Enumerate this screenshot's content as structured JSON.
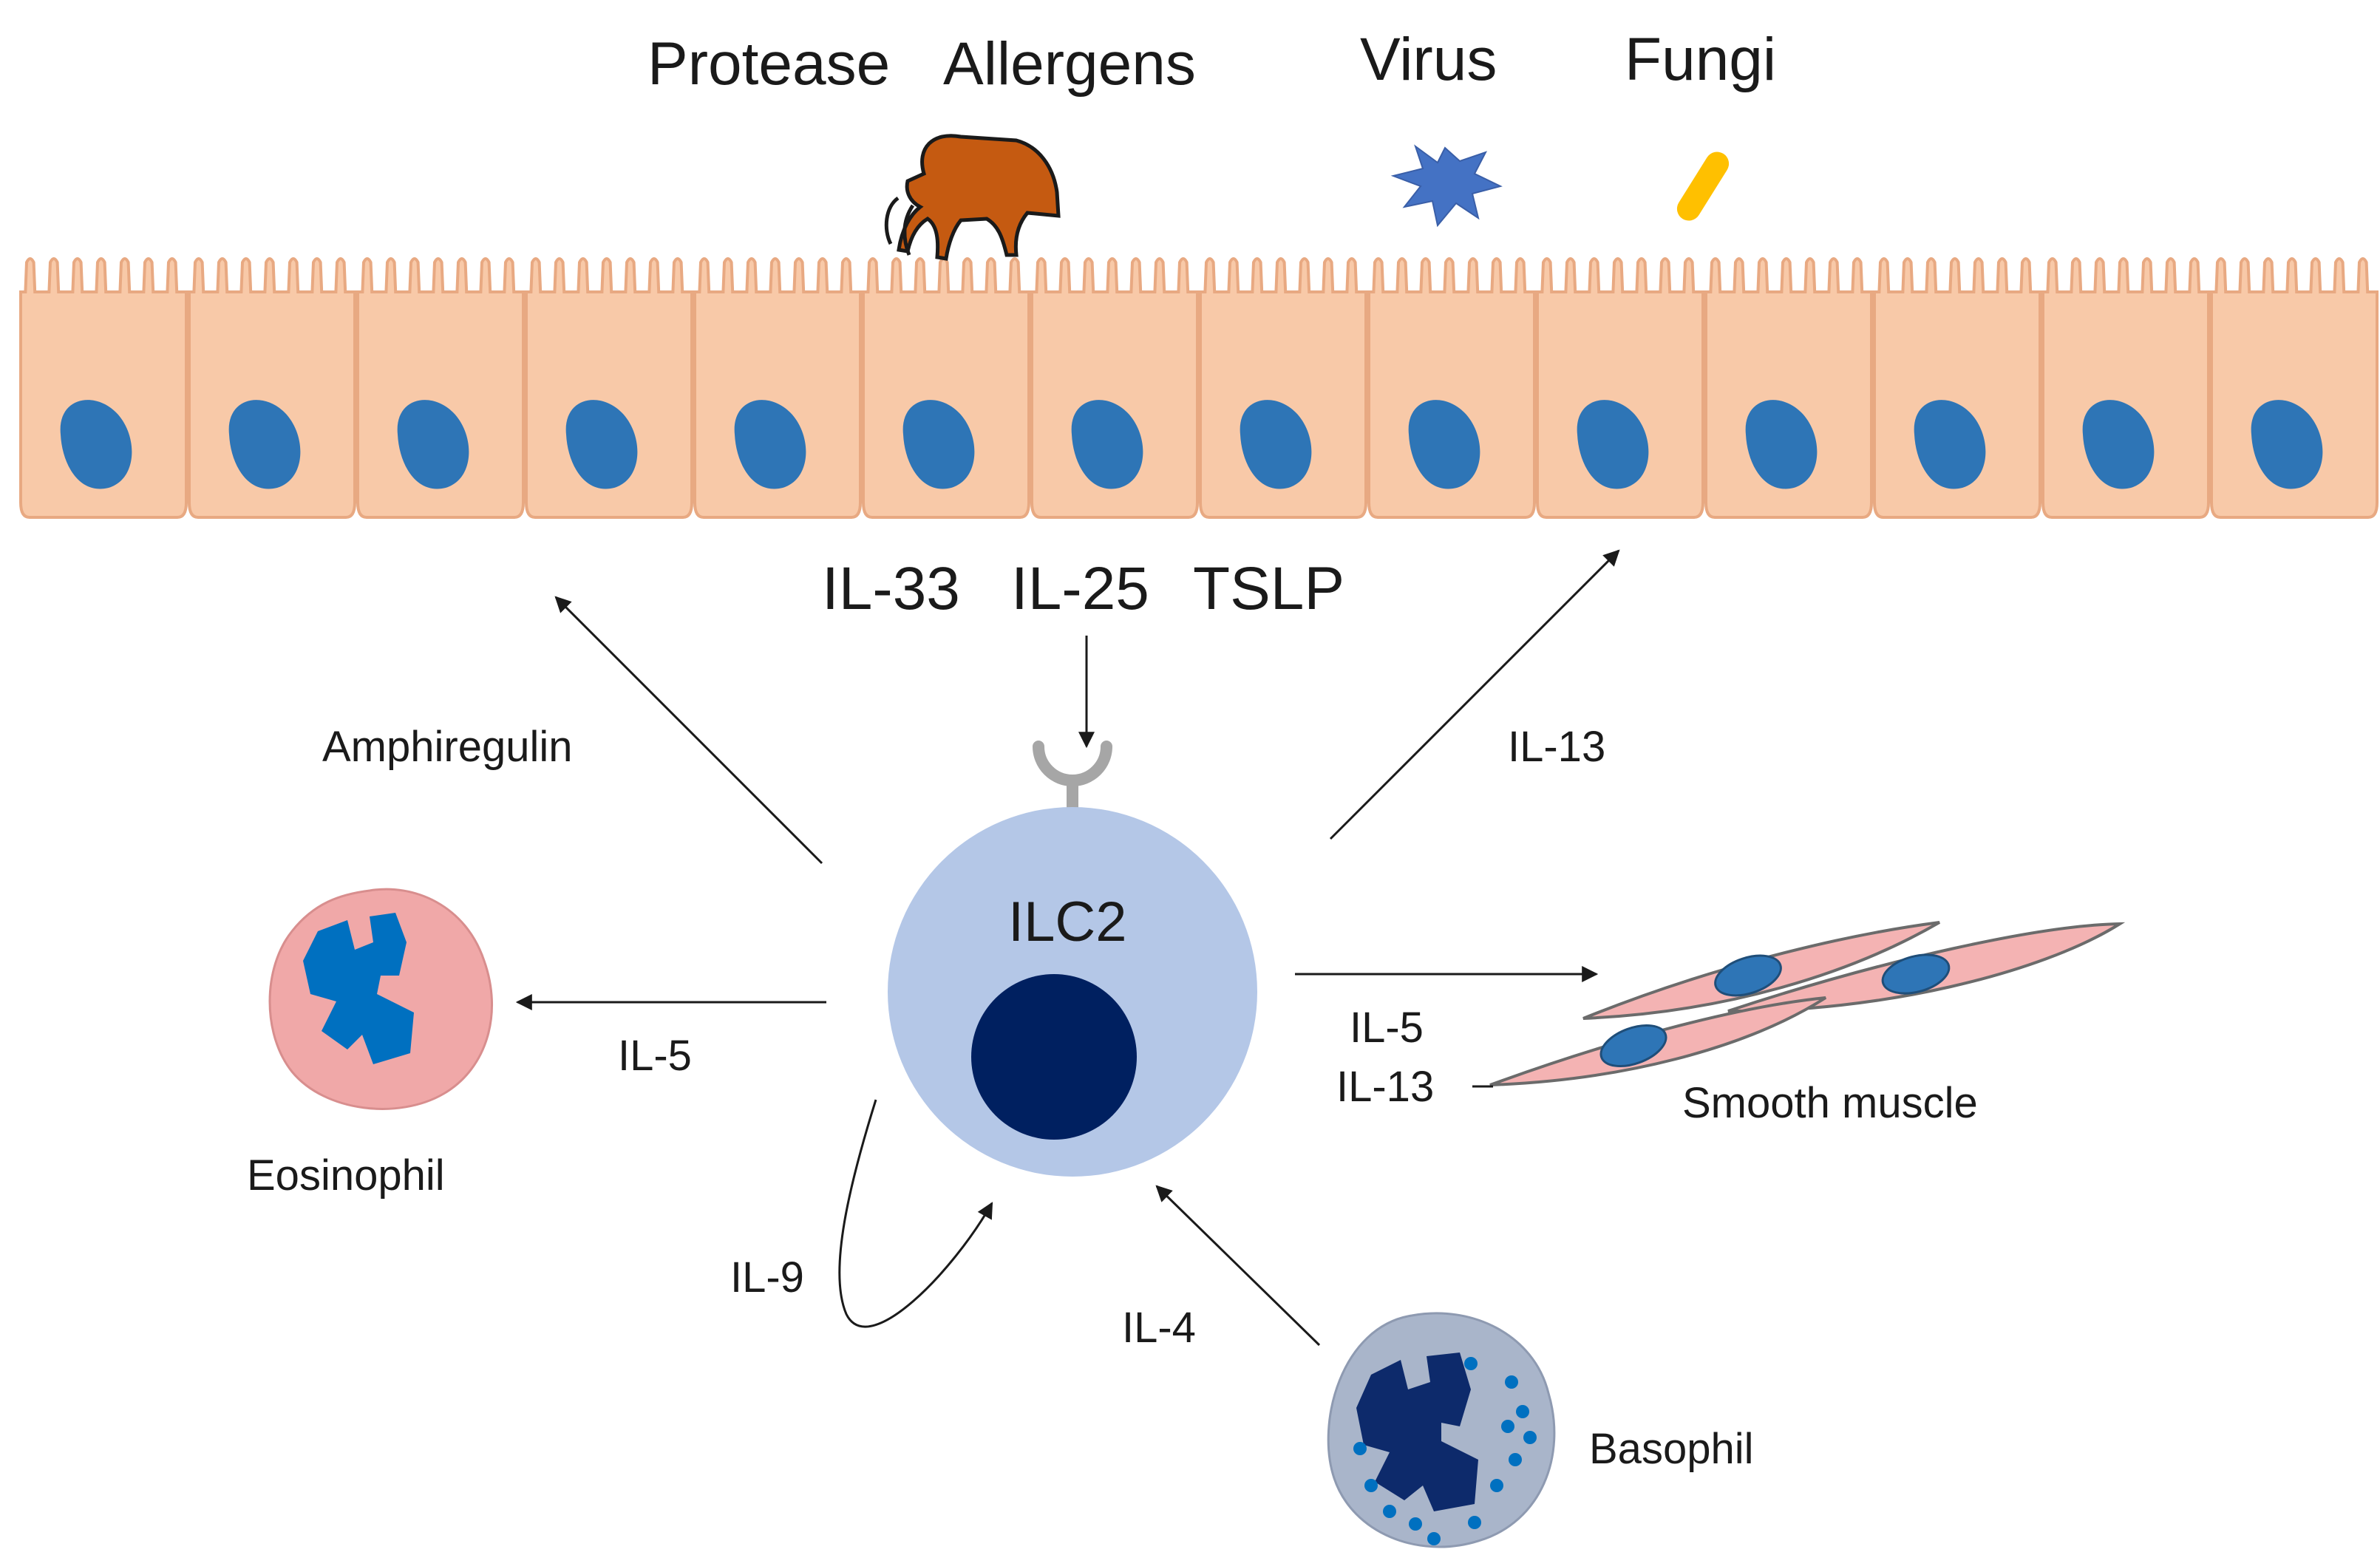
{
  "pathogens": {
    "protease": "Protease",
    "allergens": "Allergens",
    "virus": "Virus",
    "fungi": "Fungi"
  },
  "cytokines_top": {
    "il33": "IL-33",
    "il25": "IL-25",
    "tslp": "TSLP"
  },
  "ilc2": {
    "label": "ILC2"
  },
  "arrows": {
    "amphiregulin": "Amphiregulin",
    "il13_up": "IL-13",
    "il5_eos": "IL-5",
    "il5_muscle": "IL-5",
    "il13_muscle": "IL-13",
    "il9": "IL-9",
    "il4": "IL-4"
  },
  "cells": {
    "eosinophil": "Eosinophil",
    "smooth_muscle": "Smooth muscle",
    "basophil": "Basophil"
  },
  "epithelium": {
    "cell_count": 14
  },
  "colors": {
    "epithelial_fill": "#f8c9a8",
    "epithelial_stroke": "#e8a982",
    "epithelial_nucleus": "#2e75b6",
    "ilc2_fill": "#b4c7e7",
    "ilc2_nucleus": "#002060",
    "eosinophil_fill": "#f0a8a8",
    "eosinophil_nucleus": "#0070c0",
    "muscle_fill": "#f4b3b3",
    "basophil_fill": "#a9b5ca",
    "basophil_nucleus": "#0d2a6b",
    "mite": "#c55a11",
    "virus": "#4472c4",
    "fungi": "#ffc000",
    "receptor": "#a6a6a6"
  },
  "icons": {
    "mite": "mite-icon",
    "virus": "virus-icon",
    "fungi": "fungi-icon"
  }
}
